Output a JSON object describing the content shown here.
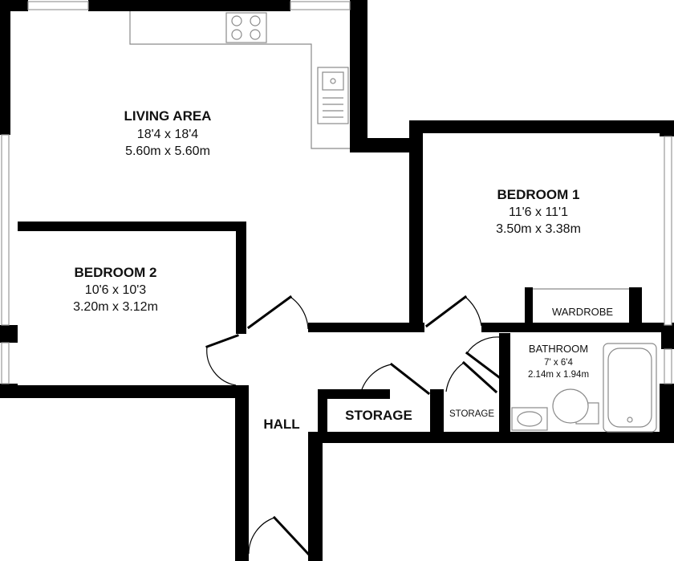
{
  "rooms": {
    "living_area": {
      "name": "LIVING AREA",
      "imperial": "18'4 x 18'4",
      "metric": "5.60m x 5.60m"
    },
    "bedroom_1": {
      "name": "BEDROOM 1",
      "imperial": "11'6 x 11'1",
      "metric": "3.50m x 3.38m"
    },
    "bedroom_2": {
      "name": "BEDROOM 2",
      "imperial": "10'6 x 10'3",
      "metric": "3.20m x 3.12m"
    },
    "bathroom": {
      "name": "BATHROOM",
      "imperial": "7' x 6'4",
      "metric": "2.14m x 1.94m"
    },
    "wardrobe": {
      "name": "WARDROBE"
    },
    "storage_large": {
      "name": "STORAGE"
    },
    "storage_small": {
      "name": "STORAGE"
    },
    "hall": {
      "name": "HALL"
    }
  }
}
